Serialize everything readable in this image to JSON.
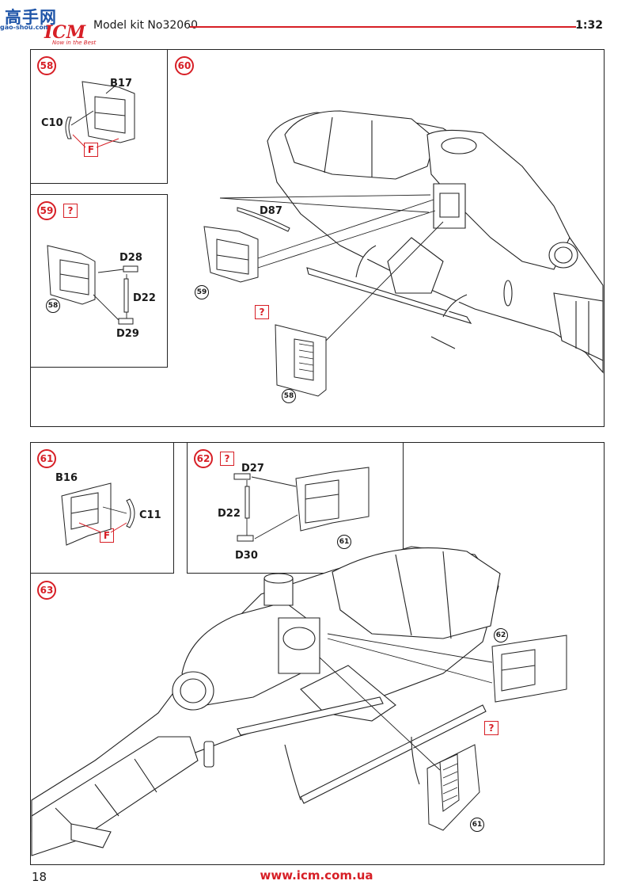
{
  "header": {
    "logo_cn": "高手网",
    "logo_site": "gao-shou.com",
    "logo_brand": "ICM",
    "logo_tagline": "Now in the Best",
    "title": "Model kit No32060",
    "scale": "1:32"
  },
  "steps": {
    "s58": {
      "number": "58",
      "parts": [
        "B17",
        "C10"
      ],
      "glue": "F"
    },
    "s59": {
      "number": "59",
      "flag": "?",
      "parts": [
        "D28",
        "D22",
        "D29"
      ],
      "ref": "58"
    },
    "s60": {
      "number": "60",
      "parts": [
        "D87"
      ],
      "refs": [
        "59",
        "58"
      ],
      "flag": "?"
    },
    "s61": {
      "number": "61",
      "parts": [
        "B16",
        "C11"
      ],
      "glue": "F"
    },
    "s62": {
      "number": "62",
      "flag": "?",
      "parts": [
        "D27",
        "D22",
        "D30"
      ],
      "ref": "61"
    },
    "s63": {
      "number": "63",
      "refs": [
        "62",
        "61"
      ],
      "flag": "?"
    }
  },
  "footer": {
    "page_number": "18",
    "url": "www.icm.com.ua"
  },
  "colors": {
    "accent": "#d71f26",
    "logo_blue": "#1f55a8",
    "line": "#222222"
  }
}
